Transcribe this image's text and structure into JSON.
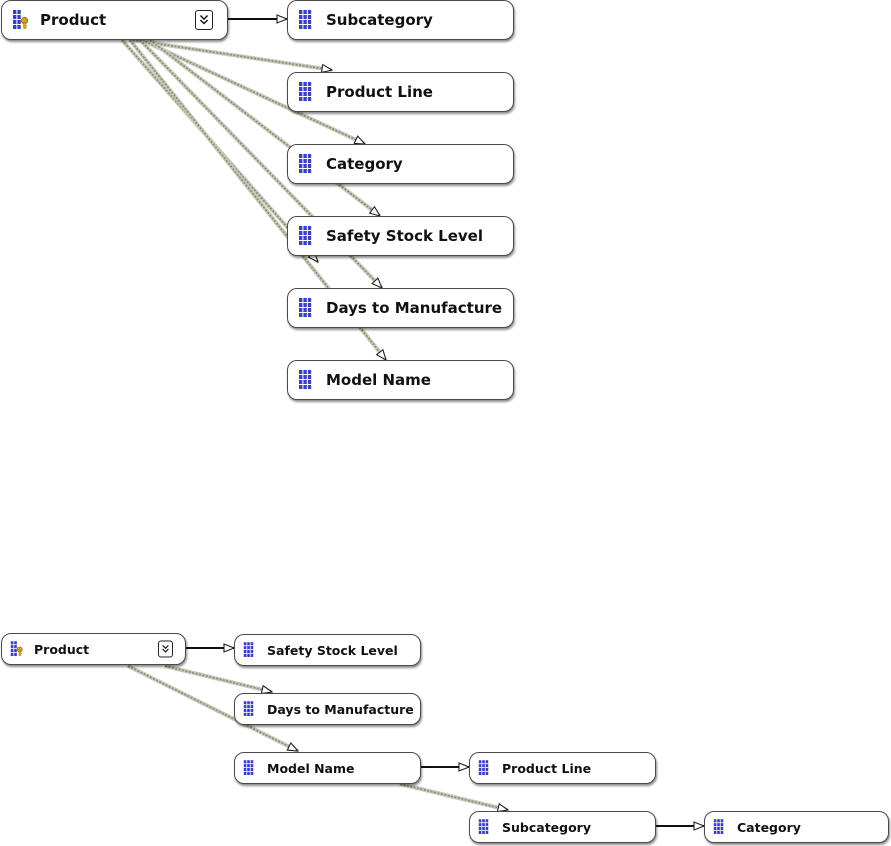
{
  "diagrams": [
    {
      "root": {
        "label": "Product",
        "icon": "key-dimension-icon",
        "expander": "collapse-chevrons-icon"
      },
      "attributes": [
        {
          "label": "Subcategory",
          "icon": "attribute-grid-icon"
        },
        {
          "label": "Product Line",
          "icon": "attribute-grid-icon"
        },
        {
          "label": "Category",
          "icon": "attribute-grid-icon"
        },
        {
          "label": "Safety Stock Level",
          "icon": "attribute-grid-icon"
        },
        {
          "label": "Days to Manufacture",
          "icon": "attribute-grid-icon"
        },
        {
          "label": "Model Name",
          "icon": "attribute-grid-icon"
        }
      ],
      "relationships": [
        {
          "from": "Product",
          "to": "Subcategory"
        },
        {
          "from": "Product",
          "to": "Product Line"
        },
        {
          "from": "Product",
          "to": "Category"
        },
        {
          "from": "Product",
          "to": "Safety Stock Level"
        },
        {
          "from": "Product",
          "to": "Days to Manufacture"
        },
        {
          "from": "Product",
          "to": "Model Name"
        }
      ]
    },
    {
      "root": {
        "label": "Product",
        "icon": "key-dimension-icon",
        "expander": "collapse-chevrons-icon"
      },
      "attributes": [
        {
          "label": "Safety Stock Level",
          "icon": "attribute-grid-icon"
        },
        {
          "label": "Days to Manufacture",
          "icon": "attribute-grid-icon"
        },
        {
          "label": "Model Name",
          "icon": "attribute-grid-icon"
        },
        {
          "label": "Product Line",
          "icon": "attribute-grid-icon"
        },
        {
          "label": "Subcategory",
          "icon": "attribute-grid-icon"
        },
        {
          "label": "Category",
          "icon": "attribute-grid-icon"
        }
      ],
      "relationships": [
        {
          "from": "Product",
          "to": "Safety Stock Level"
        },
        {
          "from": "Product",
          "to": "Days to Manufacture"
        },
        {
          "from": "Product",
          "to": "Model Name"
        },
        {
          "from": "Model Name",
          "to": "Product Line"
        },
        {
          "from": "Model Name",
          "to": "Subcategory"
        },
        {
          "from": "Subcategory",
          "to": "Category"
        }
      ]
    }
  ],
  "colors": {
    "icon_blue": "#3a3fc8",
    "key_gold": "#d9a21b",
    "node_border": "#4a4a4a",
    "rigid_line": "#111111",
    "flexible_line": "#8a8a7a"
  }
}
